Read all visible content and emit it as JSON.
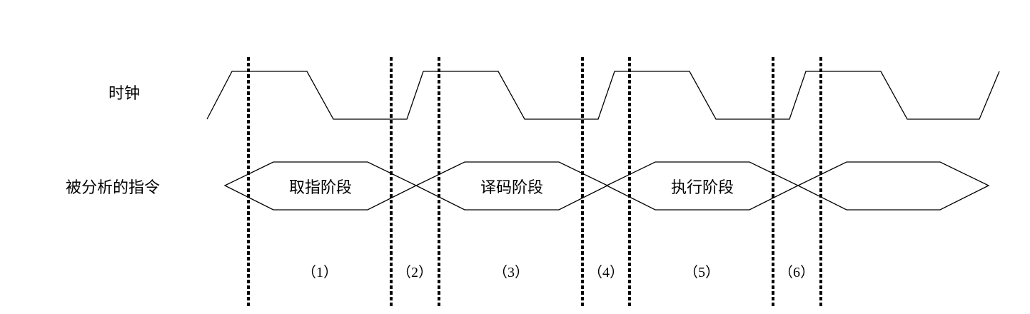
{
  "diagram": {
    "type": "timing-diagram",
    "signals": [
      {
        "id": "clock",
        "label": "时钟"
      },
      {
        "id": "instruction",
        "label": "被分析的指令"
      }
    ],
    "stages": [
      "取指阶段",
      "译码阶段",
      "执行阶段",
      ""
    ],
    "intervals": [
      "（1）",
      "（2）",
      "（3）",
      "（4）",
      "（5）",
      "（6）"
    ],
    "clock_cycles_shown": 4,
    "stroke_color": "#000000",
    "background": "#ffffff"
  }
}
